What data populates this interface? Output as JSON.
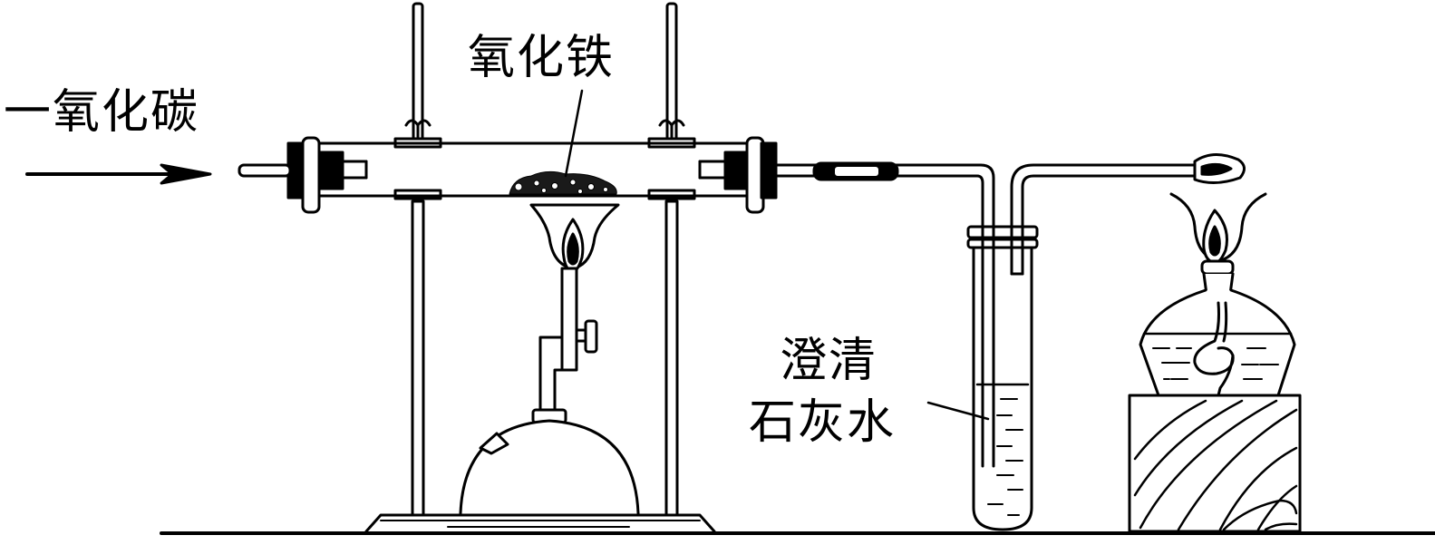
{
  "labels": {
    "carbon_monoxide": "一氧化碳",
    "iron_oxide": "氧化铁",
    "limewater_line1": "澄清",
    "limewater_line2": "石灰水"
  },
  "colors": {
    "ink": "#000000",
    "paper": "#ffffff",
    "powder": "#1a1a1a"
  },
  "icons": {
    "gas_flow": "right-arrow",
    "burner_flame": "flame",
    "lamp_flame": "flame"
  }
}
